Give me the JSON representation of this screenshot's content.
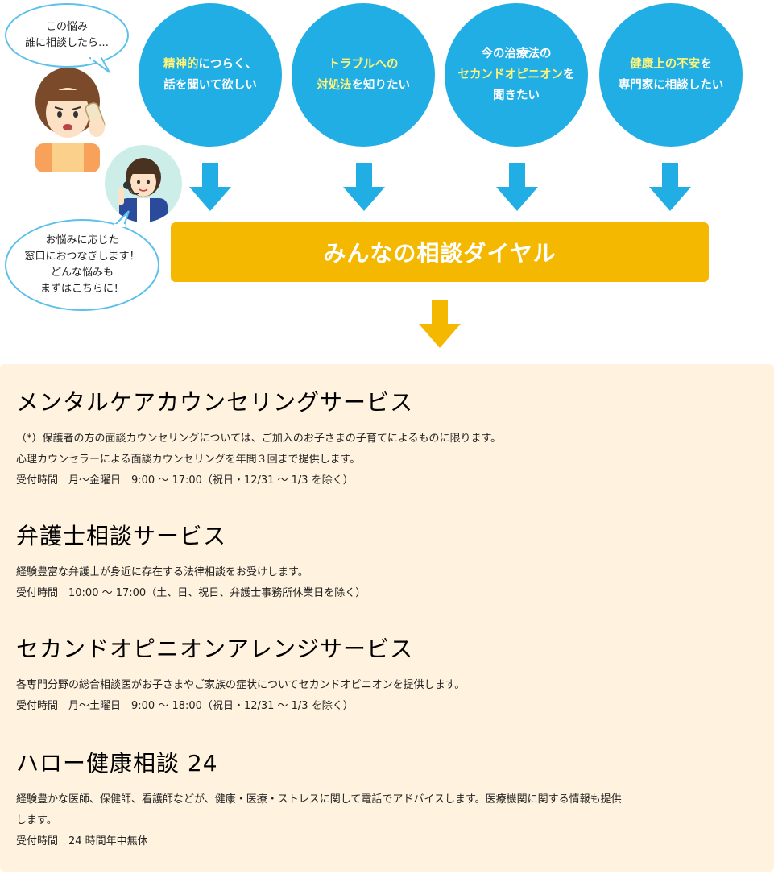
{
  "bubbles": {
    "mother": "この悩み\n誰に相談したら…",
    "operator": "お悩みに応じた\n窓口におつなぎします！\nどんな悩みも\nまずはこちらに！"
  },
  "circles": [
    {
      "line1_hl": "精神的",
      "line1_rest": "につらく、",
      "line2_hl": "",
      "line2_rest": "話を聞いて欲しい",
      "line3": ""
    },
    {
      "line1_hl": "トラブルへの",
      "line1_rest": "",
      "line2_hl": "対処法",
      "line2_rest": "を知りたい",
      "line3": ""
    },
    {
      "line1_hl": "",
      "line1_rest": "今の治療法の",
      "line2_hl": "セカンドオピニオン",
      "line2_rest": "を",
      "line3": "聞きたい"
    },
    {
      "line1_hl": "健康上の不安",
      "line1_rest": "を",
      "line2_hl": "",
      "line2_rest": "専門家に相談したい",
      "line3": ""
    }
  ],
  "dial_bar": "みんなの相談ダイヤル",
  "services": [
    {
      "title": "メンタルケアカウンセリングサービス",
      "lines": [
        "（*）保護者の方の面談カウンセリングについては、ご加入のお子さまの子育てによるものに限ります。",
        "心理カウンセラーによる面談カウンセリングを年間３回まで提供します。",
        "受付時間　月～金曜日　9:00 ～ 17:00（祝日・12/31 ～ 1/3 を除く）"
      ]
    },
    {
      "title": "弁護士相談サービス",
      "lines": [
        "経験豊富な弁護士が身近に存在する法律相談をお受けします。",
        "受付時間　10:00 ～ 17:00（土、日、祝日、弁護士事務所休業日を除く）"
      ]
    },
    {
      "title": "セカンドオピニオンアレンジサービス",
      "lines": [
        "各専門分野の総合相談医がお子さまやご家族の症状についてセカンドオピニオンを提供します。",
        "受付時間　月～土曜日　9:00 ～ 18:00（祝日・12/31 ～ 1/3 を除く）"
      ]
    },
    {
      "title": "ハロー健康相談 24",
      "lines": [
        "経験豊かな医師、保健師、看護師などが、健康・医療・ストレスに関して電話でアドバイスします。医療機関に関する情報も提供",
        "します。",
        "受付時間　24 時間年中無休"
      ]
    }
  ],
  "colors": {
    "circle_blue": "#20aee5",
    "highlight_yellow": "#fff47a",
    "dial_yellow": "#f5b800",
    "panel_bg": "#fff2de"
  }
}
